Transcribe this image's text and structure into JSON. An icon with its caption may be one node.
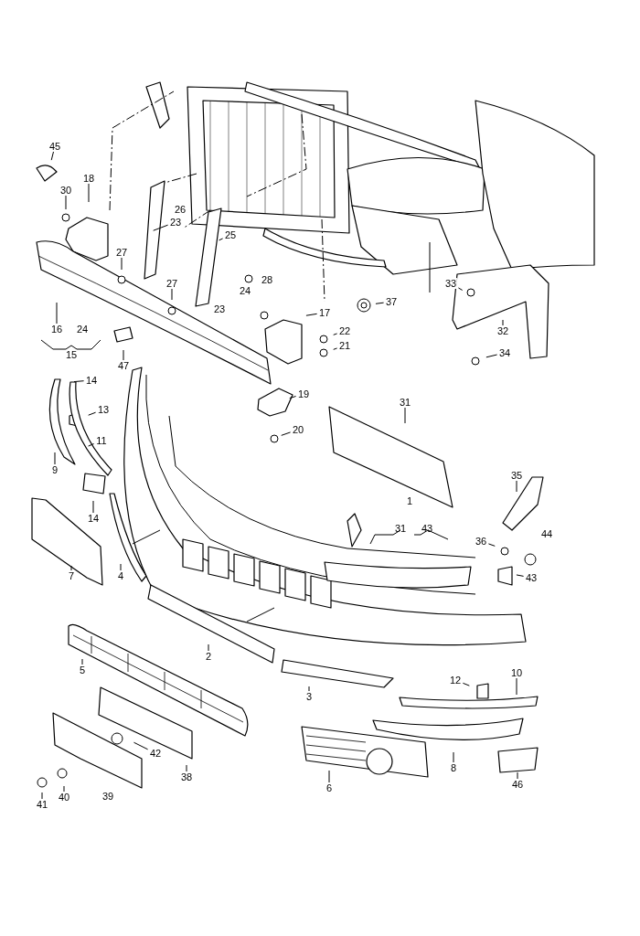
{
  "diagram": {
    "nodes": [
      {
        "text": [
          "45"
        ]
      },
      {
        "text": [
          "18"
        ]
      },
      {
        "text": [
          "30"
        ]
      },
      {
        "text": [
          "23"
        ]
      },
      {
        "text": [
          "25"
        ]
      },
      {
        "text": [
          "27"
        ]
      },
      {
        "text": [
          "27"
        ]
      },
      {
        "text": [
          "33"
        ]
      },
      {
        "text": [
          "37"
        ]
      },
      {
        "text": [
          "17"
        ]
      },
      {
        "text": [
          "16"
        ]
      },
      {
        "text": [
          "22"
        ]
      },
      {
        "text": [
          "32"
        ]
      },
      {
        "text": [
          "21"
        ]
      },
      {
        "text": [
          "34"
        ]
      },
      {
        "text": [
          "47"
        ]
      },
      {
        "text": [
          "14"
        ]
      },
      {
        "text": [
          "19"
        ]
      },
      {
        "text": [
          "31"
        ]
      },
      {
        "text": [
          "13"
        ]
      },
      {
        "text": [
          "20"
        ]
      },
      {
        "text": [
          "11"
        ]
      },
      {
        "text": [
          "9"
        ]
      },
      {
        "text": [
          "35"
        ]
      },
      {
        "text": [
          "14"
        ]
      },
      {
        "text": [
          "36"
        ]
      },
      {
        "text": [
          "7"
        ]
      },
      {
        "text": [
          "4"
        ]
      },
      {
        "text": [
          "43"
        ]
      },
      {
        "text": [
          "2"
        ]
      },
      {
        "text": [
          "5"
        ]
      },
      {
        "text": [
          "10"
        ]
      },
      {
        "text": [
          "12"
        ]
      },
      {
        "text": [
          "3"
        ]
      },
      {
        "text": [
          "42"
        ]
      },
      {
        "text": [
          "8"
        ]
      },
      {
        "text": [
          "38"
        ]
      },
      {
        "text": [
          "6"
        ]
      },
      {
        "text": [
          "46"
        ]
      },
      {
        "text": [
          "40"
        ]
      },
      {
        "text": [
          "41"
        ]
      }
    ],
    "edges": [
      {
        "from": 0,
        "to": null,
        "arrow": "none"
      },
      {
        "from": 1,
        "to": null,
        "arrow": "none"
      },
      {
        "from": 2,
        "to": null,
        "arrow": "none"
      },
      {
        "from": 3,
        "to": null,
        "arrow": "none"
      },
      {
        "from": 4,
        "to": null,
        "arrow": "none"
      },
      {
        "from": 5,
        "to": null,
        "arrow": "none"
      },
      {
        "from": 6,
        "to": null,
        "arrow": "none"
      },
      {
        "from": 7,
        "to": null,
        "arrow": "none"
      },
      {
        "from": 8,
        "to": null,
        "arrow": "none"
      },
      {
        "from": 9,
        "to": null,
        "arrow": "none"
      },
      {
        "from": 10,
        "to": null,
        "arrow": "none"
      },
      {
        "from": 11,
        "to": null,
        "arrow": "none"
      },
      {
        "from": 12,
        "to": null,
        "arrow": "none"
      },
      {
        "from": 13,
        "to": null,
        "arrow": "none"
      },
      {
        "from": 14,
        "to": null,
        "arrow": "none"
      },
      {
        "from": 15,
        "to": null,
        "arrow": "none"
      },
      {
        "from": 16,
        "to": null,
        "arrow": "none"
      },
      {
        "from": 17,
        "to": null,
        "arrow": "none"
      },
      {
        "from": 18,
        "to": null,
        "arrow": "none"
      },
      {
        "from": 19,
        "to": null,
        "arrow": "none"
      },
      {
        "from": 20,
        "to": null,
        "arrow": "none"
      },
      {
        "from": 21,
        "to": null,
        "arrow": "none"
      },
      {
        "from": 22,
        "to": null,
        "arrow": "none"
      },
      {
        "from": 23,
        "to": null,
        "arrow": "none"
      },
      {
        "from": 24,
        "to": null,
        "arrow": "none"
      },
      {
        "from": 25,
        "to": null,
        "arrow": "none"
      },
      {
        "from": 26,
        "to": null,
        "arrow": "none"
      },
      {
        "from": 27,
        "to": null,
        "arrow": "none"
      },
      {
        "from": 28,
        "to": null,
        "arrow": "none"
      },
      {
        "from": 29,
        "to": null,
        "arrow": "none"
      },
      {
        "from": 30,
        "to": null,
        "arrow": "none"
      },
      {
        "from": 31,
        "to": null,
        "arrow": "none"
      },
      {
        "from": 32,
        "to": null,
        "arrow": "none"
      },
      {
        "from": 33,
        "to": null,
        "arrow": "none"
      },
      {
        "from": 34,
        "to": null,
        "arrow": "none"
      },
      {
        "from": 35,
        "to": null,
        "arrow": "none"
      },
      {
        "from": 36,
        "to": null,
        "arrow": "none"
      },
      {
        "from": 37,
        "to": null,
        "arrow": "none"
      },
      {
        "from": 38,
        "to": null,
        "arrow": "none"
      },
      {
        "from": 39,
        "to": null,
        "arrow": "none"
      },
      {
        "from": 40,
        "to": null,
        "arrow": "none"
      }
    ],
    "labels": [
      "26",
      "28",
      "24",
      "23",
      "24",
      "15",
      "1",
      "31",
      "43",
      "44",
      "39"
    ]
  }
}
